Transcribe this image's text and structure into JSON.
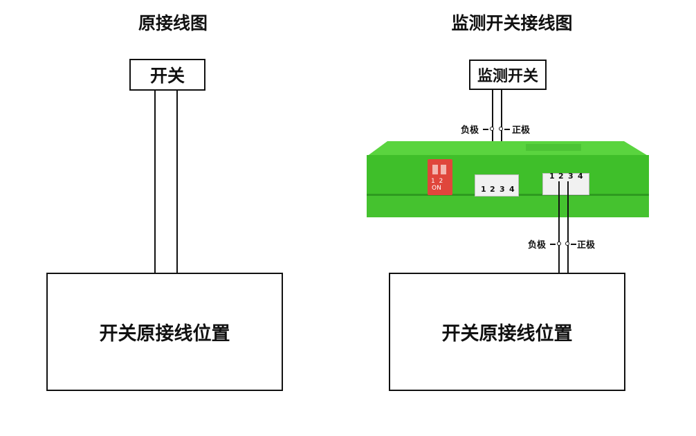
{
  "left": {
    "title": "原接线图",
    "switch_label": "开关",
    "original_label": "开关原接线位置"
  },
  "right": {
    "title": "监测开关接线图",
    "switch_label": "监测开关",
    "original_label": "开关原接线位置",
    "top_neg": "负极",
    "top_pos": "正极",
    "bottom_neg": "负极",
    "bottom_pos": "正极",
    "dip_nums": "1  2",
    "dip_on": "ON",
    "left_connector_pins": [
      "1",
      "2",
      "3",
      "4"
    ],
    "right_connector_pins": [
      "1",
      "2",
      "3",
      "4"
    ]
  },
  "colors": {
    "device_green": "#3fbf2a",
    "device_dark": "#2e8f1f",
    "dip_red": "#e0463c"
  }
}
